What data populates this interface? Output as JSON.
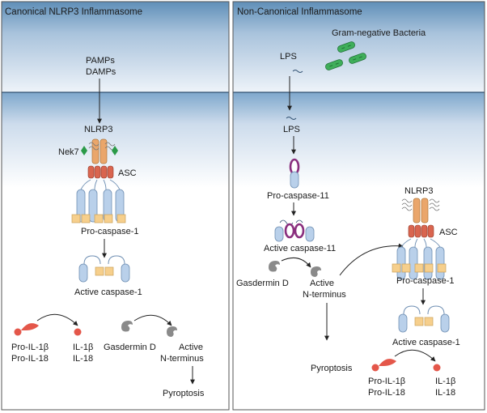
{
  "left_panel": {
    "title": "Canonical NLRP3 Inflammasome",
    "pamps": "PAMPs",
    "damps": "DAMPs",
    "nlrp3": "NLRP3",
    "nek7": "Nek7",
    "asc": "ASC",
    "pro_caspase": "Pro-caspase-1",
    "active_caspase": "Active caspase-1",
    "pro_il1b": "Pro-IL-1β",
    "pro_il18": "Pro-IL-18",
    "il1b": "IL-1β",
    "il18": "IL-18",
    "gasdermin": "Gasdermin D",
    "active": "Active",
    "n_terminus": "N-terminus",
    "pyroptosis": "Pyroptosis"
  },
  "right_panel": {
    "title": "Non-Canonical Inflammasome",
    "bacteria": "Gram-negative Bacteria",
    "lps_top": "LPS",
    "lps_inner": "LPS",
    "pro_caspase11": "Pro-caspase-11",
    "active_caspase11": "Active caspase-11",
    "gasdermin": "Gasdermin D",
    "active": "Active",
    "n_terminus": "N-terminus",
    "pyroptosis": "Pyroptosis",
    "nlrp3": "NLRP3",
    "asc": "ASC",
    "pro_caspase1": "Pro-caspase-1",
    "active_caspase1": "Active caspase-1",
    "pro_il1b": "Pro-IL-1β",
    "pro_il18": "Pro-IL-18",
    "il1b": "IL-1β",
    "il18": "IL-18"
  },
  "colors": {
    "sky_top": "#5f8fb8",
    "sky_bottom": "#e8f0f8",
    "cell_top": "#7ea7cc",
    "cell_bottom": "#ffffff",
    "nlrp3_orange": "#eaa66b",
    "asc_red": "#d9654f",
    "caspase_blue": "#b9d0ea",
    "caspase_yellow": "#f6cf8c",
    "caspase11_purple": "#8a2f7e",
    "cytokine_red": "#e4574a",
    "gasdermin_gray": "#8a8a8a",
    "bacteria_green": "#3fae5a",
    "nek7_green": "#2a9a47"
  }
}
